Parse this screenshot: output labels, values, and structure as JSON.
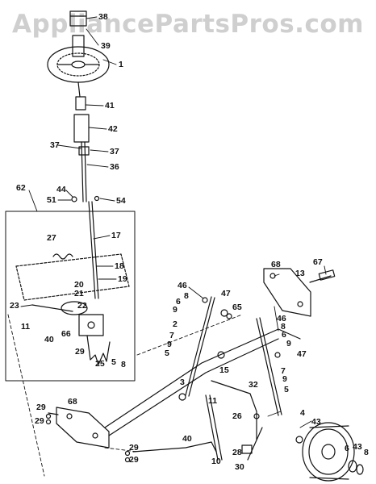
{
  "watermark": "AppliancePartsPros.com",
  "callouts": [
    {
      "id": "c38",
      "text": "38"
    },
    {
      "id": "c39",
      "text": "39"
    },
    {
      "id": "c1",
      "text": "1"
    },
    {
      "id": "c41",
      "text": "41"
    },
    {
      "id": "c42",
      "text": "42"
    },
    {
      "id": "c37a",
      "text": "37"
    },
    {
      "id": "c37b",
      "text": "37"
    },
    {
      "id": "c36",
      "text": "36"
    },
    {
      "id": "c62",
      "text": "62"
    },
    {
      "id": "c44",
      "text": "44"
    },
    {
      "id": "c51",
      "text": "51"
    },
    {
      "id": "c54",
      "text": "54"
    },
    {
      "id": "c27",
      "text": "27"
    },
    {
      "id": "c17",
      "text": "17"
    },
    {
      "id": "c18",
      "text": "18"
    },
    {
      "id": "c19",
      "text": "19"
    },
    {
      "id": "c20",
      "text": "20"
    },
    {
      "id": "c21",
      "text": "21"
    },
    {
      "id": "c22",
      "text": "22"
    },
    {
      "id": "c23",
      "text": "23"
    },
    {
      "id": "c11a",
      "text": "11"
    },
    {
      "id": "c40a",
      "text": "40"
    },
    {
      "id": "c66",
      "text": "66"
    },
    {
      "id": "c29a",
      "text": "29"
    },
    {
      "id": "c25",
      "text": "25"
    },
    {
      "id": "c5a",
      "text": "5"
    },
    {
      "id": "c8a",
      "text": "8"
    },
    {
      "id": "c68a",
      "text": "68"
    },
    {
      "id": "c67",
      "text": "67"
    },
    {
      "id": "c13",
      "text": "13"
    },
    {
      "id": "c46a",
      "text": "46"
    },
    {
      "id": "c8b",
      "text": "8"
    },
    {
      "id": "c6a",
      "text": "6"
    },
    {
      "id": "c9a",
      "text": "9"
    },
    {
      "id": "c2",
      "text": "2"
    },
    {
      "id": "c7a",
      "text": "7"
    },
    {
      "id": "c9b",
      "text": "9"
    },
    {
      "id": "c5b",
      "text": "5"
    },
    {
      "id": "c47a",
      "text": "47"
    },
    {
      "id": "c65",
      "text": "65"
    },
    {
      "id": "c46b",
      "text": "46"
    },
    {
      "id": "c8c",
      "text": "8"
    },
    {
      "id": "c6b",
      "text": "6"
    },
    {
      "id": "c9c",
      "text": "9"
    },
    {
      "id": "c47b",
      "text": "47"
    },
    {
      "id": "c15",
      "text": "15"
    },
    {
      "id": "c7b",
      "text": "7"
    },
    {
      "id": "c9d",
      "text": "9"
    },
    {
      "id": "c5c",
      "text": "5"
    },
    {
      "id": "c3",
      "text": "3"
    },
    {
      "id": "c11b",
      "text": "11"
    },
    {
      "id": "c32",
      "text": "32"
    },
    {
      "id": "c26",
      "text": "26"
    },
    {
      "id": "c4",
      "text": "4"
    },
    {
      "id": "c43a",
      "text": "43"
    },
    {
      "id": "c29b",
      "text": "29"
    },
    {
      "id": "c29c",
      "text": "29"
    },
    {
      "id": "c68b",
      "text": "68"
    },
    {
      "id": "c40b",
      "text": "40"
    },
    {
      "id": "c29d",
      "text": "29"
    },
    {
      "id": "c29e",
      "text": "29"
    },
    {
      "id": "c10",
      "text": "10"
    },
    {
      "id": "c28",
      "text": "28"
    },
    {
      "id": "c30",
      "text": "30"
    },
    {
      "id": "c6c",
      "text": "6"
    },
    {
      "id": "c43b",
      "text": "43"
    },
    {
      "id": "c8d",
      "text": "8"
    }
  ]
}
